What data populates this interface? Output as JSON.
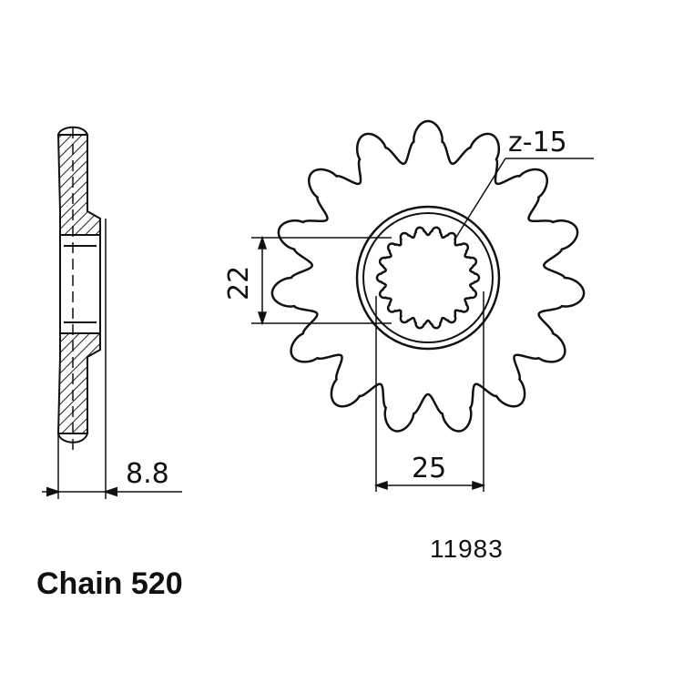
{
  "sprocket": {
    "teeth_label": "z-15",
    "teeth_count": 15,
    "spline_count": 18
  },
  "dimensions": {
    "bore_diameter": "22",
    "spline_width": "25",
    "thickness": "8.8"
  },
  "part_number": "11983",
  "chain_label": "Chain 520"
}
